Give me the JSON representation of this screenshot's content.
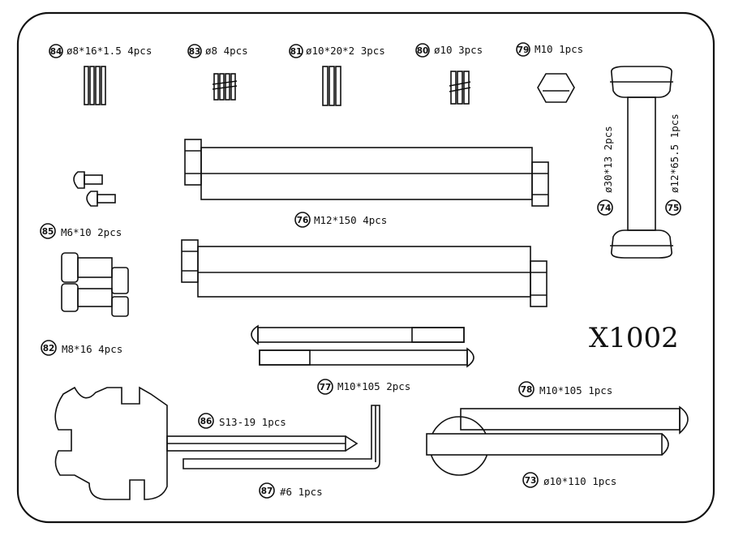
{
  "model": "X1002",
  "parts": [
    {
      "num": "84",
      "label": "ø8*16*1.5 4pcs"
    },
    {
      "num": "83",
      "label": "ø8 4pcs"
    },
    {
      "num": "81",
      "label": "ø10*20*2 3pcs"
    },
    {
      "num": "80",
      "label": "ø10 3pcs"
    },
    {
      "num": "79",
      "label": "M10 1pcs"
    },
    {
      "num": "74",
      "label": "ø30*13 2pcs"
    },
    {
      "num": "75",
      "label": "ø12*65.5 1pcs"
    },
    {
      "num": "76",
      "label": "M12*150   4pcs"
    },
    {
      "num": "85",
      "label": "M6*10 2pcs"
    },
    {
      "num": "82",
      "label": "M8*16 4pcs"
    },
    {
      "num": "77",
      "label": "M10*105 2pcs"
    },
    {
      "num": "78",
      "label": "M10*105 1pcs"
    },
    {
      "num": "86",
      "label": "S13-19 1pcs"
    },
    {
      "num": "87",
      "label": "#6 1pcs"
    },
    {
      "num": "73",
      "label": "ø10*110 1pcs"
    }
  ]
}
